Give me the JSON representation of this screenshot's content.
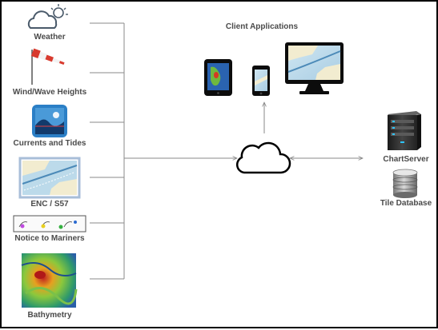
{
  "title": "Client Applications",
  "sources": [
    {
      "label": "Weather",
      "icon": "weather-icon"
    },
    {
      "label": "Wind/Wave Heights",
      "icon": "windsock-icon"
    },
    {
      "label": "Currents and Tides",
      "icon": "tide-chart-icon"
    },
    {
      "label": "ENC / S57",
      "icon": "enc-chart-icon"
    },
    {
      "label": "Notice to Mariners",
      "icon": "notice-chart-icon"
    },
    {
      "label": "Bathymetry",
      "icon": "bathymetry-icon"
    }
  ],
  "hub": {
    "icon": "cloud-icon"
  },
  "clients": [
    {
      "icon": "tablet-icon"
    },
    {
      "icon": "phone-icon"
    },
    {
      "icon": "monitor-icon"
    }
  ],
  "servers": [
    {
      "label": "ChartServer",
      "icon": "server-icon"
    },
    {
      "label": "Tile Database",
      "icon": "database-icon"
    }
  ],
  "colors": {
    "line": "#8a8a8a",
    "label": "#4a4a4a",
    "sea": "#b9d8ea",
    "land": "#f2ecd0"
  }
}
